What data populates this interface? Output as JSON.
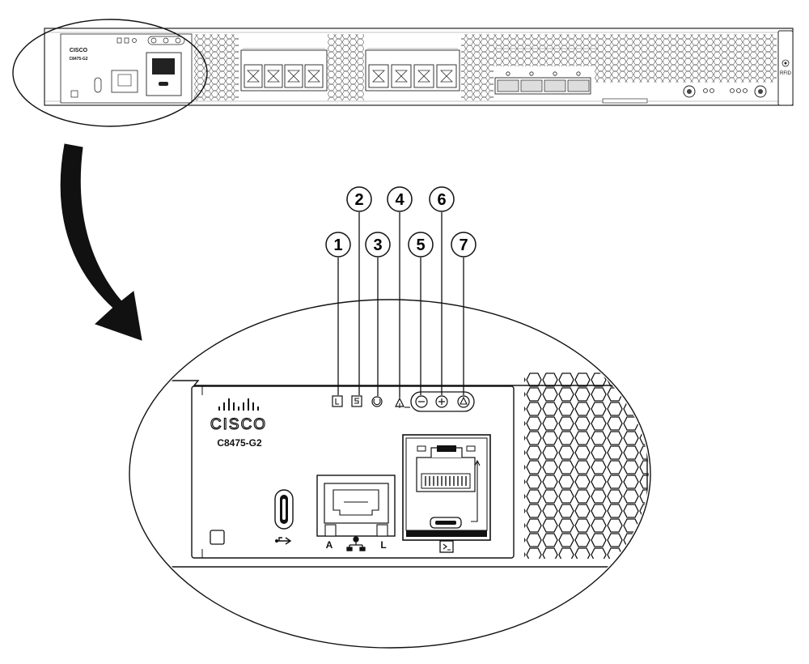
{
  "brand": {
    "logo_text": "CISCO",
    "model": "C8475-G2"
  },
  "port_labels": {
    "console_a": "A",
    "console_l": "L"
  },
  "top_labels": {
    "rfid": "RFID"
  },
  "callouts": [
    {
      "number": "1"
    },
    {
      "number": "2"
    },
    {
      "number": "3"
    },
    {
      "number": "4"
    },
    {
      "number": "5"
    },
    {
      "number": "6"
    },
    {
      "number": "7"
    }
  ]
}
